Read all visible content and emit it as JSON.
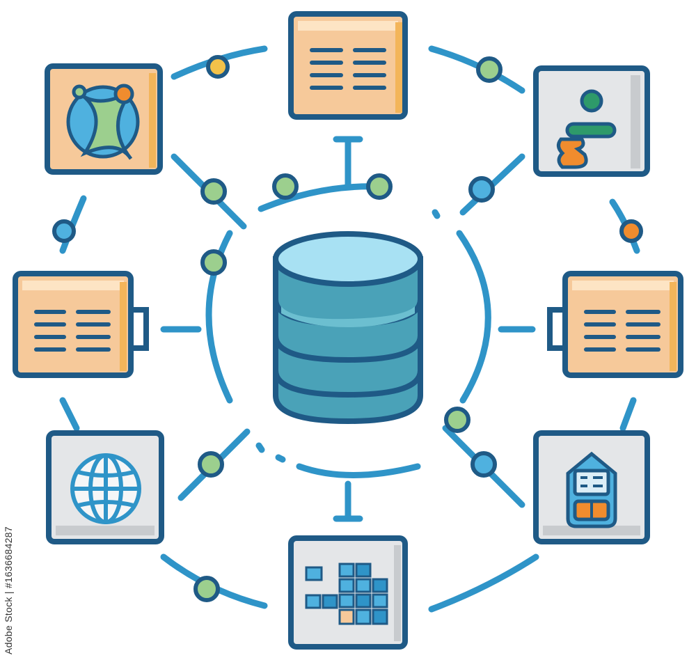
{
  "watermark": {
    "text": "Adobe Stock | #1636684287"
  },
  "colors": {
    "outline": "#1f5a86",
    "line": "#2f94c8",
    "node_green": "#9ccf8e",
    "node_blue": "#4fb1df",
    "node_orange": "#f08c2e",
    "node_yellow": "#f3c24a",
    "card_orange": "#f6c99a",
    "card_gray": "#e4e6e8",
    "db_top": "#a8e1f3",
    "db_body": "#4aa2b8",
    "db_band": "#6cbfd0"
  },
  "center": {
    "name": "database",
    "icon": "database-icon"
  },
  "cards": [
    {
      "name": "card-top-document",
      "icon": "document-icon",
      "style": "orange"
    },
    {
      "name": "card-top-left-network",
      "icon": "network-sphere-icon",
      "style": "orange"
    },
    {
      "name": "card-top-right-user",
      "icon": "user-profile-icon",
      "style": "gray"
    },
    {
      "name": "card-left-document",
      "icon": "document-icon",
      "style": "orange"
    },
    {
      "name": "card-right-document",
      "icon": "document-icon",
      "style": "orange"
    },
    {
      "name": "card-bottom-left-globe",
      "icon": "globe-icon",
      "style": "gray"
    },
    {
      "name": "card-bottom-right-mobile",
      "icon": "mobile-device-icon",
      "style": "gray"
    },
    {
      "name": "card-bottom-blocks",
      "icon": "data-blocks-icon",
      "style": "gray"
    }
  ]
}
